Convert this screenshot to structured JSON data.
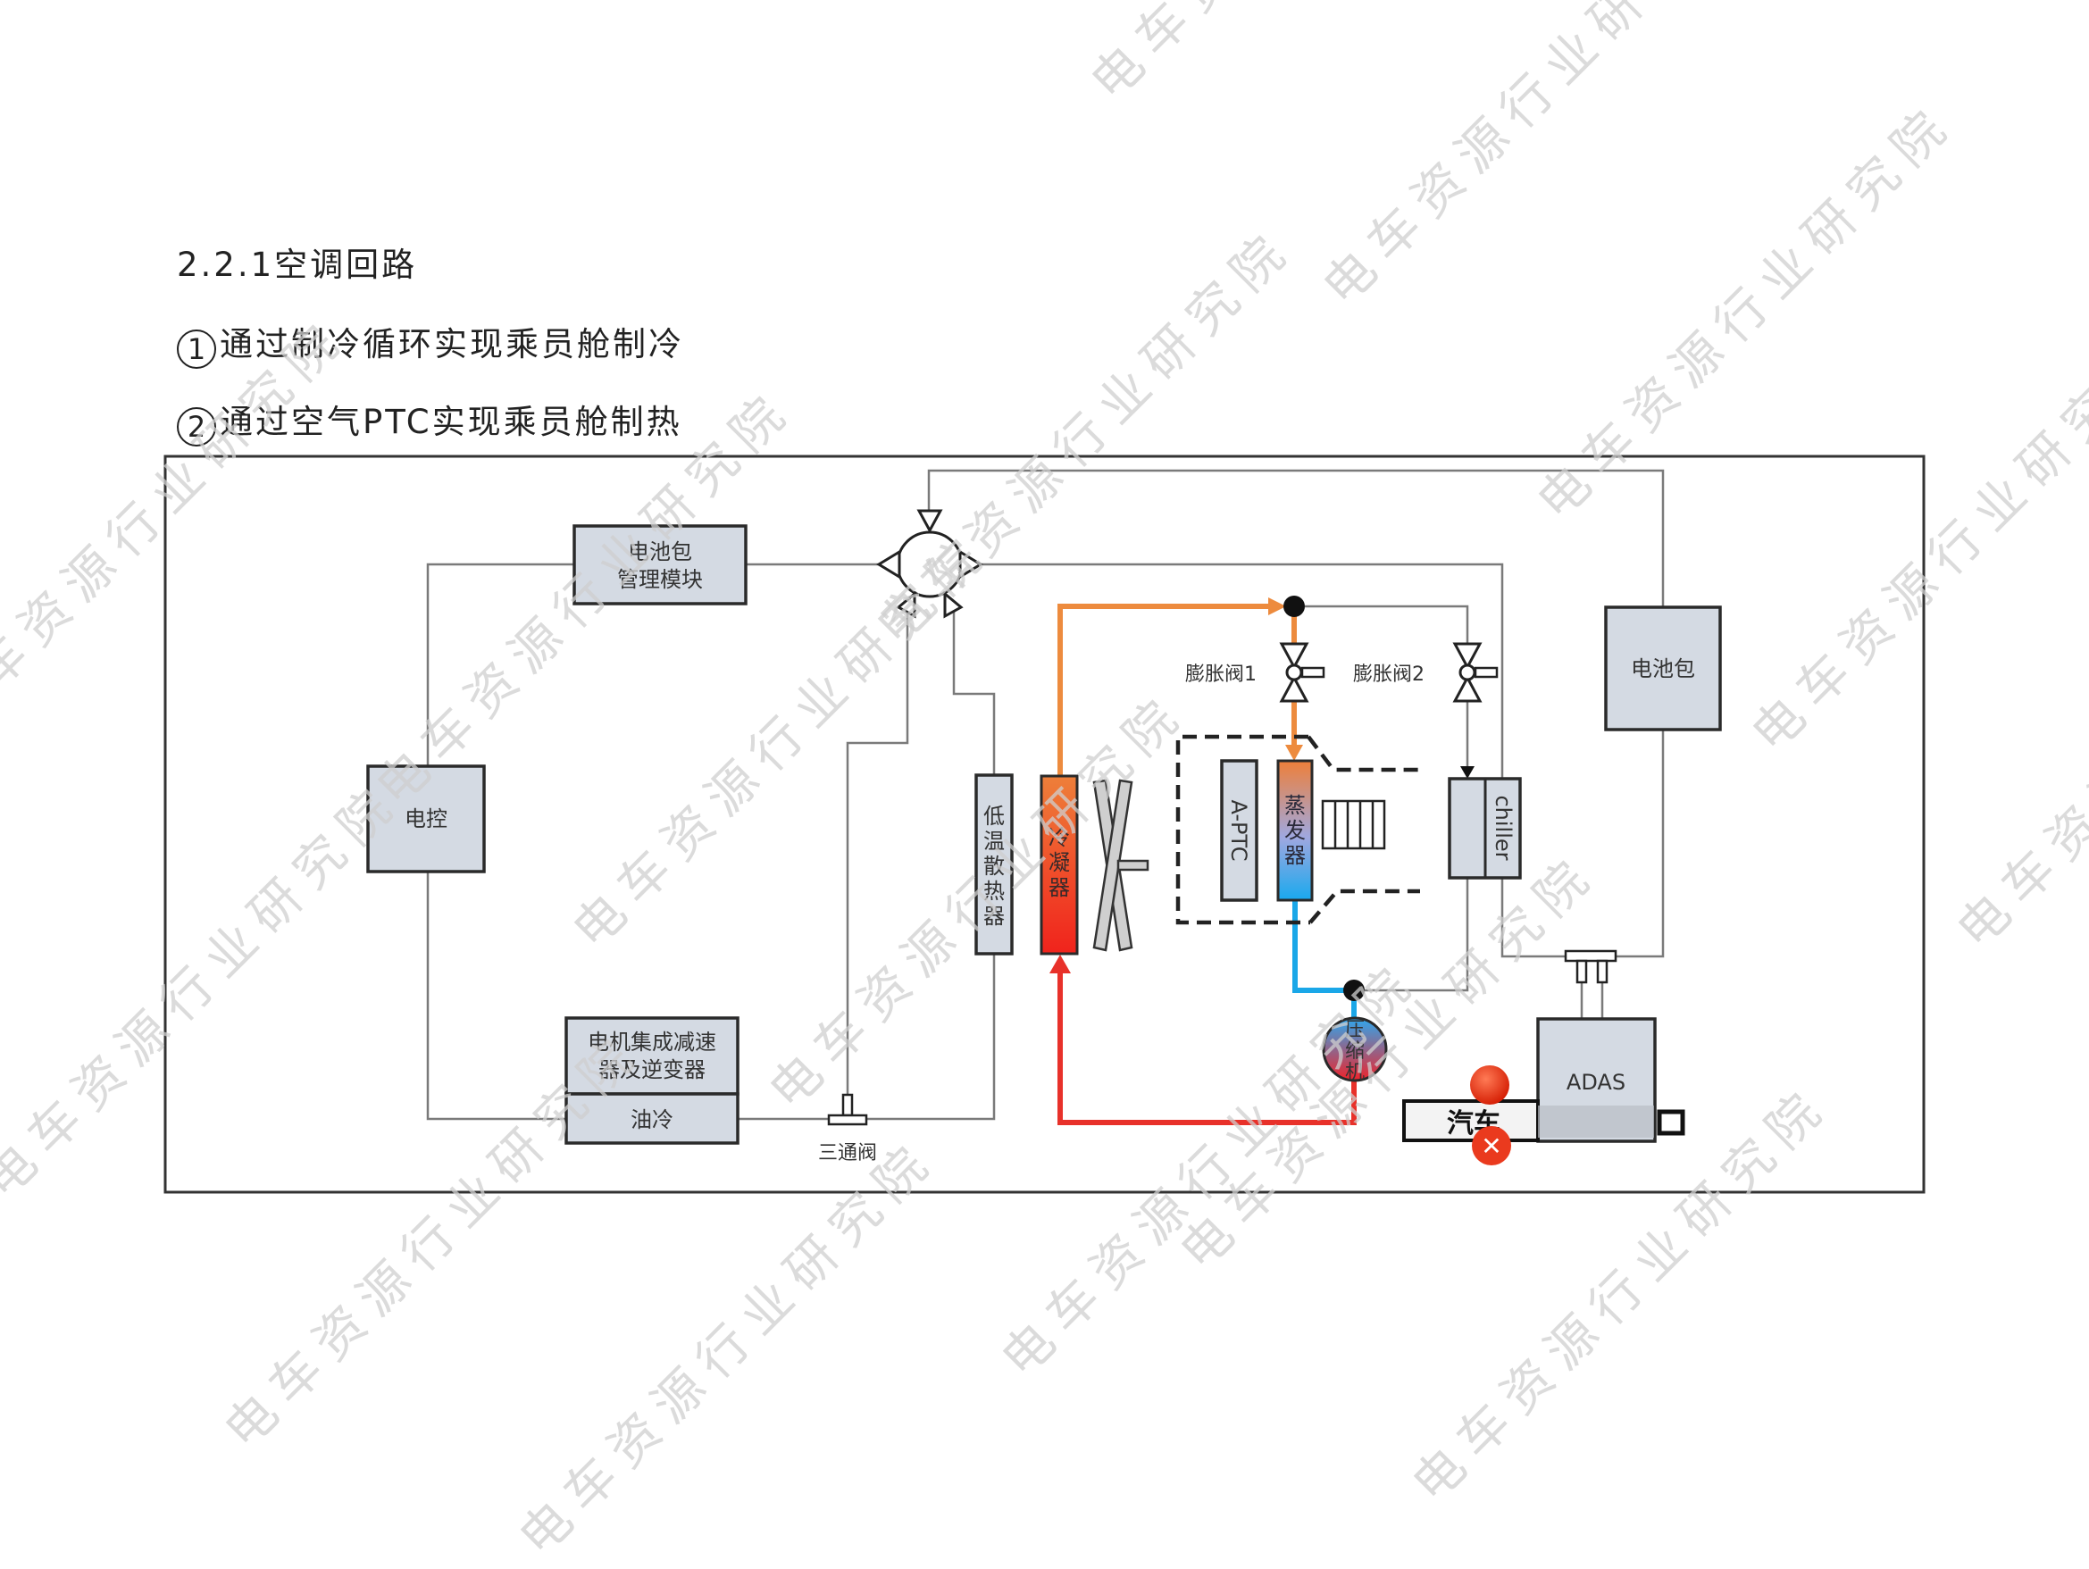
{
  "document": {
    "section_title": "2.2.1空调回路",
    "points": [
      {
        "marker": "1",
        "text": "通过制冷循环实现乘员舱制冷"
      },
      {
        "marker": "2",
        "text": "通过空气PTC实现乘员舱制热"
      }
    ]
  },
  "diagram": {
    "components": {
      "bms": [
        "电池包",
        "管理模块"
      ],
      "motor_controller": "电控",
      "motor_reducer_inverter": [
        "电机集成减速",
        "器及逆变器"
      ],
      "oil_cooling": "油冷",
      "three_way_valve": "三通阀",
      "low_temp_radiator": [
        "低",
        "温",
        "散",
        "热",
        "器"
      ],
      "condenser": [
        "冷",
        "凝",
        "器"
      ],
      "a_ptc": "A-PTC",
      "evaporator": [
        "蒸",
        "发",
        "器"
      ],
      "expansion_valve_1": "膨胀阀1",
      "expansion_valve_2": "膨胀阀2",
      "chiller": "chiller",
      "battery_pack": "电池包",
      "compressor": [
        "压",
        "缩",
        "机"
      ],
      "adas": "ADAS"
    },
    "colors": {
      "hot_line": "#e8312a",
      "warm_line": "#ed8b3e",
      "cold_line": "#1aa7e8",
      "coolant_line": "#7a7a7a",
      "box_fill": "#d4dae3"
    },
    "overlay": {
      "banner_text": "汽车",
      "close_symbol": "✕"
    }
  },
  "watermark": "电车资源行业研究院"
}
